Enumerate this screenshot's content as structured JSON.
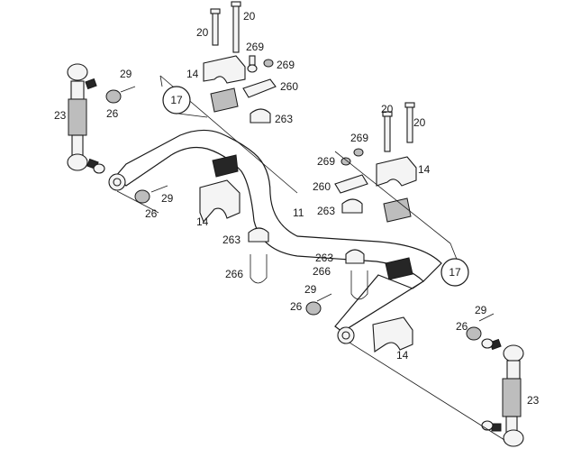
{
  "labels": {
    "bolt_a": "20",
    "bolt_b": "20",
    "bolt_c": "20",
    "bolt_d": "20",
    "plug_a": "269",
    "plug_b": "269",
    "plug_c": "269",
    "plug_d": "269",
    "clamp_a": "14",
    "clamp_b": "14",
    "clamp_c": "14",
    "clamp_d": "14",
    "plate_a": "260",
    "plate_b": "260",
    "shell_a": "263",
    "shell_b": "263",
    "shell_c": "263",
    "shell_d": "263",
    "link_left": "23",
    "link_right": "23",
    "pin_a": "29",
    "pin_b": "29",
    "pin_c": "29",
    "pin_d": "29",
    "nut_a": "26",
    "nut_b": "26",
    "nut_c": "26",
    "nut_d": "26",
    "ubolt_a": "266",
    "ubolt_b": "266",
    "bar": "11",
    "callout_top": "17",
    "callout_bottom": "17"
  },
  "icons": {
    "link": "stabilizer-link-icon",
    "bolt": "bolt-icon",
    "clamp": "bearing-clamp-icon",
    "bushing": "rubber-bushing-icon"
  }
}
